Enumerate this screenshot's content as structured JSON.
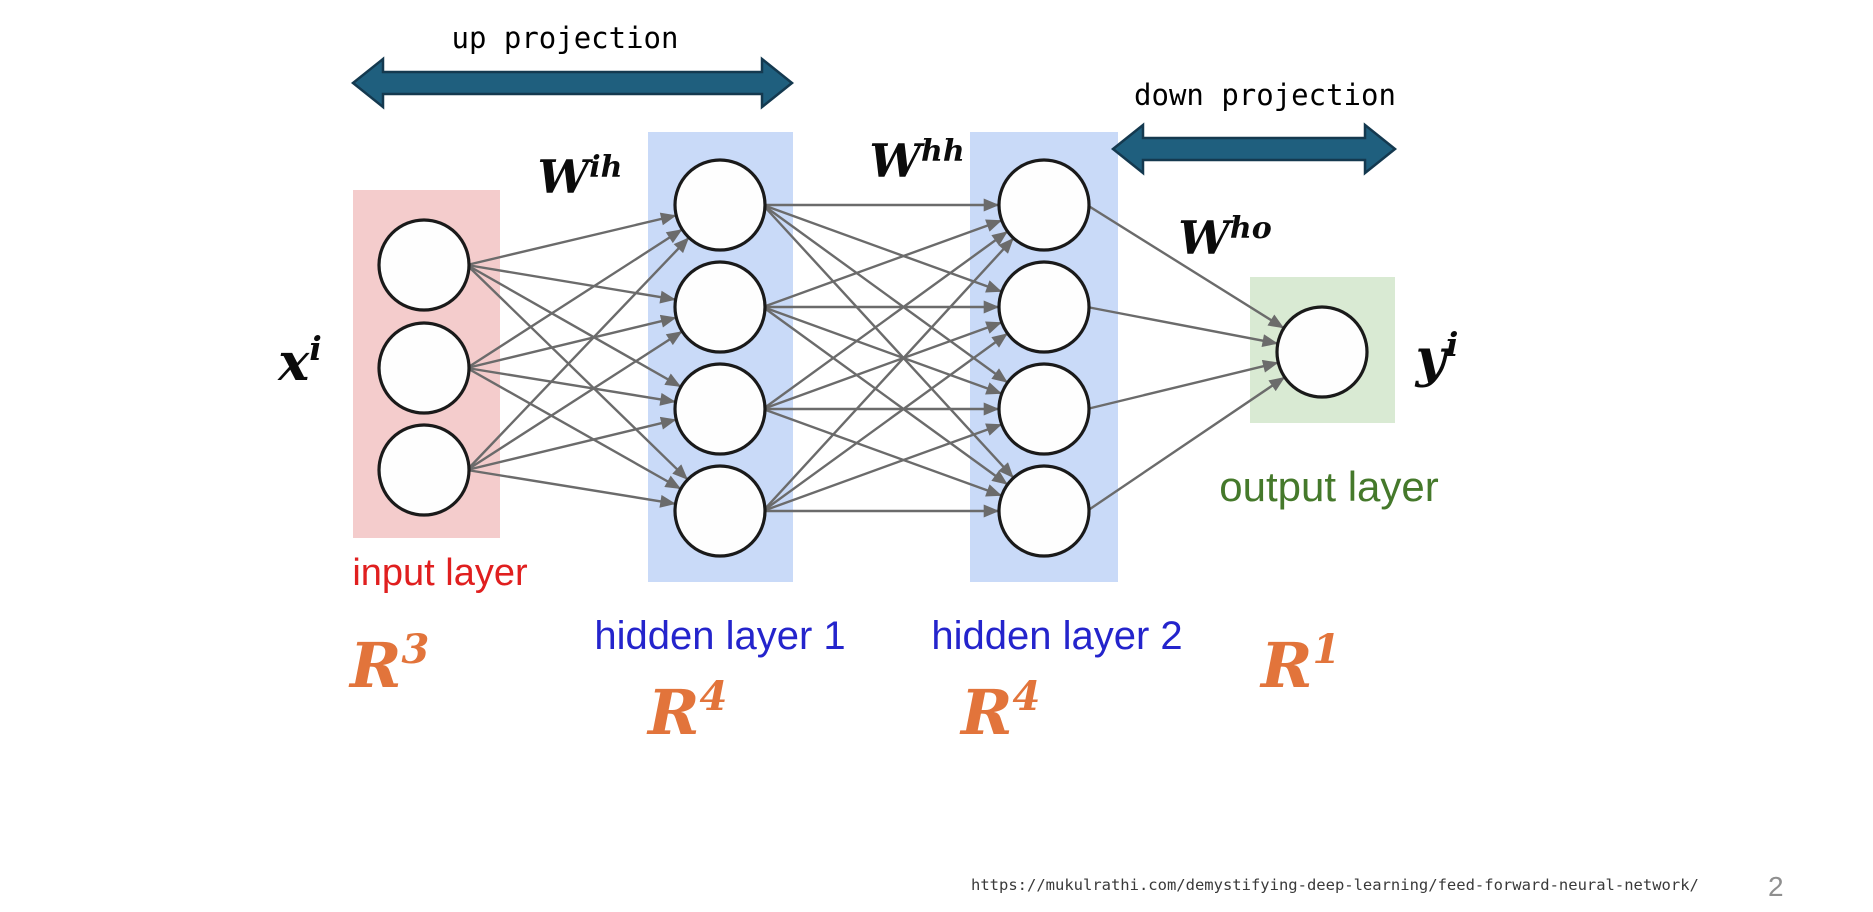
{
  "slide": {
    "source_url": "https://mukulrathi.com/demystifying-deep-learning/feed-forward-neural-network/",
    "page_number": "2"
  },
  "annotations": {
    "up_projection": "up projection",
    "down_projection": "down projection"
  },
  "math_labels": {
    "input_vector": {
      "base": "x",
      "sup": "i"
    },
    "output_vector": {
      "base": "y",
      "sup": "i"
    },
    "w_ih": {
      "base": "W",
      "sup": "ih"
    },
    "w_hh": {
      "base": "W",
      "sup": "hh"
    },
    "w_ho": {
      "base": "W",
      "sup": "ho"
    }
  },
  "network": {
    "layers": [
      {
        "id": "input",
        "label": "input layer",
        "nodes": 3,
        "dimension": {
          "base": "R",
          "sup": "3"
        },
        "box_color": "#f4cccc",
        "label_color": "#e01f1f"
      },
      {
        "id": "hidden1",
        "label": "hidden layer 1",
        "nodes": 4,
        "dimension": {
          "base": "R",
          "sup": "4"
        },
        "box_color": "#c9daf8",
        "label_color": "#2424cc"
      },
      {
        "id": "hidden2",
        "label": "hidden layer 2",
        "nodes": 4,
        "dimension": {
          "base": "R",
          "sup": "4"
        },
        "box_color": "#c9daf8",
        "label_color": "#2424cc"
      },
      {
        "id": "output",
        "label": "output layer",
        "nodes": 1,
        "dimension": {
          "base": "R",
          "sup": "1"
        },
        "box_color": "#d9ead3",
        "label_color": "#45792b"
      }
    ]
  },
  "colors": {
    "dimension_text": "#e2743b",
    "projection_arrow": "#1f5f7e",
    "projection_arrow_border": "#14394f",
    "connection": "#6b6b6b",
    "node_fill": "#fefefe",
    "node_stroke": "#1a1a1a",
    "input_text": "#e01f1f",
    "hidden_text": "#2424cc",
    "output_text": "#45792b"
  }
}
